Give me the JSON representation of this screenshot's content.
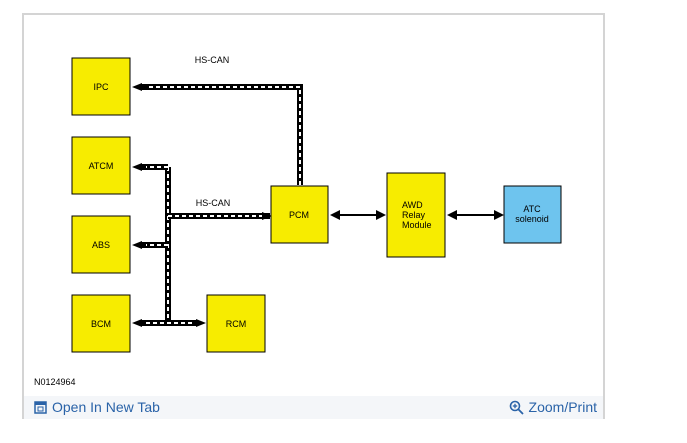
{
  "diagram": {
    "figure_id": "N0124964",
    "bus_labels": {
      "top": "HS-CAN",
      "middle": "HS-CAN"
    },
    "nodes": {
      "ipc": "IPC",
      "atcm": "ATCM",
      "abs": "ABS",
      "bcm": "BCM",
      "rcm": "RCM",
      "pcm": "PCM",
      "awd_line1": "AWD",
      "awd_line2": "Relay",
      "awd_line3": "Module",
      "atc_line1": "ATC",
      "atc_line2": "solenoid"
    },
    "colors": {
      "module": "#f7ec00",
      "solenoid": "#6ec4ee"
    }
  },
  "footer": {
    "open_label": "Open In New Tab",
    "open_icon": "open-in-new-tab-icon",
    "zoom_label": "Zoom/Print",
    "zoom_icon": "zoom-in-icon"
  }
}
